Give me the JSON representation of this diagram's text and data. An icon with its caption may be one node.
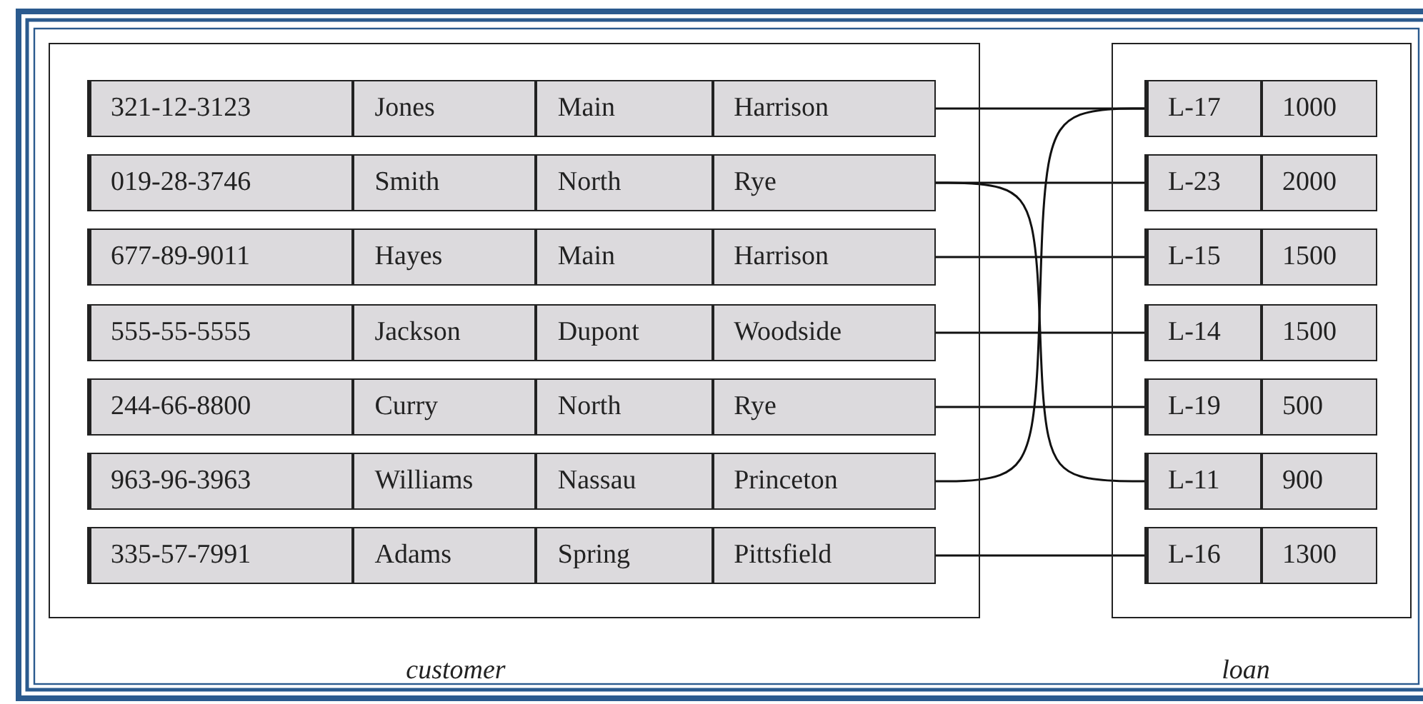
{
  "diagram": {
    "nodes": [
      {
        "text": [
          "customer"
        ]
      },
      {
        "text": [
          "321-12-3123",
          "Jones",
          "Main",
          "Harrison"
        ],
        "in": 0
      },
      {
        "text": [
          "019-28-3746",
          "Smith",
          "North",
          "Rye"
        ],
        "in": 0
      },
      {
        "text": [
          "677-89-9011",
          "Hayes",
          "Main",
          "Harrison"
        ],
        "in": 0
      },
      {
        "text": [
          "555-55-5555",
          "Jackson",
          "Dupont",
          "Woodside"
        ],
        "in": 0
      },
      {
        "text": [
          "244-66-8800",
          "Curry",
          "North",
          "Rye"
        ],
        "in": 0
      },
      {
        "text": [
          "963-96-3963",
          "Williams",
          "Nassau",
          "Princeton"
        ],
        "in": 0
      },
      {
        "text": [
          "335-57-7991",
          "Adams",
          "Spring",
          "Pittsfield"
        ],
        "in": 0
      },
      {
        "text": [
          "loan"
        ]
      },
      {
        "text": [
          "L-17",
          "1000"
        ],
        "in": 8
      },
      {
        "text": [
          "L-23",
          "2000"
        ],
        "in": 8
      },
      {
        "text": [
          "L-15",
          "1500"
        ],
        "in": 8
      },
      {
        "text": [
          "L-14",
          "1500"
        ],
        "in": 8
      },
      {
        "text": [
          "L-19",
          "500"
        ],
        "in": 8
      },
      {
        "text": [
          "L-11",
          "900"
        ],
        "in": 8
      },
      {
        "text": [
          "L-16",
          "1300"
        ],
        "in": 8
      }
    ],
    "edges": [
      {
        "from": 1,
        "to": 9,
        "arrow": "none"
      },
      {
        "from": 2,
        "to": 10,
        "arrow": "none"
      },
      {
        "from": 2,
        "to": 14,
        "arrow": "none"
      },
      {
        "from": 3,
        "to": 11,
        "arrow": "none"
      },
      {
        "from": 4,
        "to": 12,
        "arrow": "none"
      },
      {
        "from": 5,
        "to": 13,
        "arrow": "none"
      },
      {
        "from": 6,
        "to": 9,
        "arrow": "none"
      },
      {
        "from": 7,
        "to": 15,
        "arrow": "none"
      }
    ]
  }
}
